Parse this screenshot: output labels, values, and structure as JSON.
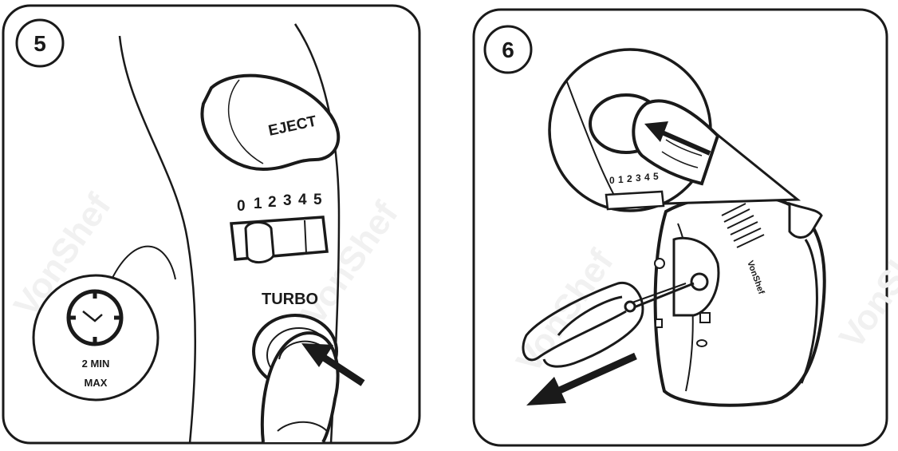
{
  "panels": [
    {
      "step": "5",
      "eject_label": "EJECT",
      "speed_numbers": [
        "0",
        "1",
        "2",
        "3",
        "4",
        "5"
      ],
      "turbo_label": "TURBO",
      "timer": {
        "time": "2 MIN",
        "qualifier": "MAX"
      }
    },
    {
      "step": "6",
      "speed_numbers": [
        "0",
        "1",
        "2",
        "3",
        "4",
        "5"
      ],
      "brand": "VonShef"
    }
  ],
  "watermark": "VonShef",
  "colors": {
    "ink": "#1a1a1a",
    "paper": "#ffffff",
    "watermark": "#f1f1f1"
  }
}
